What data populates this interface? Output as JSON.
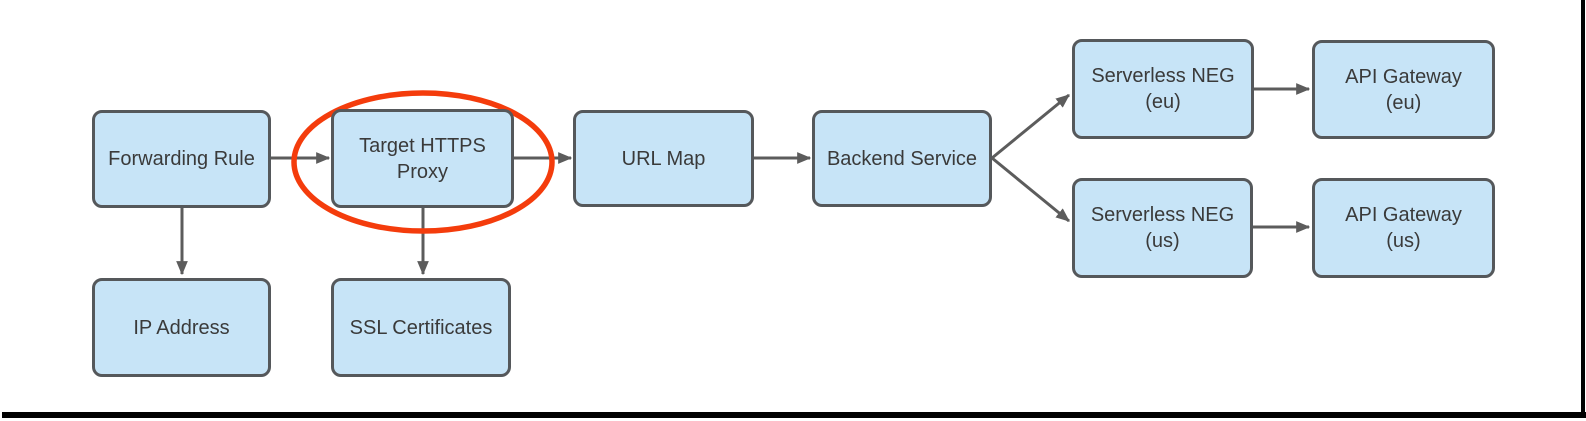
{
  "diagram": {
    "type": "flowchart",
    "description": "HTTPS load balancing architecture flow diagram with Target HTTPS Proxy circled in red",
    "nodes": [
      {
        "id": "forwarding-rule",
        "label": "Forwarding Rule"
      },
      {
        "id": "target-https-proxy",
        "label": "Target HTTPS\nProxy",
        "highlighted": true
      },
      {
        "id": "url-map",
        "label": "URL Map"
      },
      {
        "id": "backend-service",
        "label": "Backend Service"
      },
      {
        "id": "ip-address",
        "label": "IP Address"
      },
      {
        "id": "ssl-certificates",
        "label": "SSL Certificates"
      },
      {
        "id": "serverless-neg-eu",
        "label": "Serverless NEG\n(eu)"
      },
      {
        "id": "api-gateway-eu",
        "label": "API Gateway\n(eu)"
      },
      {
        "id": "serverless-neg-us",
        "label": "Serverless NEG\n(us)"
      },
      {
        "id": "api-gateway-us",
        "label": "API Gateway\n(us)"
      }
    ],
    "edges": [
      {
        "from": "Forwarding Rule",
        "to": "Target HTTPS Proxy"
      },
      {
        "from": "Forwarding Rule",
        "to": "IP Address"
      },
      {
        "from": "Target HTTPS Proxy",
        "to": "URL Map"
      },
      {
        "from": "Target HTTPS Proxy",
        "to": "SSL Certificates"
      },
      {
        "from": "URL Map",
        "to": "Backend Service"
      },
      {
        "from": "Backend Service",
        "to": "Serverless NEG (eu)"
      },
      {
        "from": "Backend Service",
        "to": "Serverless NEG (us)"
      },
      {
        "from": "Serverless NEG (eu)",
        "to": "API Gateway (eu)"
      },
      {
        "from": "Serverless NEG (us)",
        "to": "API Gateway (us)"
      }
    ],
    "annotations": [
      {
        "type": "ellipse-highlight",
        "around": "Target HTTPS Proxy",
        "color": "#f43c0c"
      }
    ],
    "colors": {
      "node_fill": "#c7e4f7",
      "node_border": "#55585b",
      "arrow": "#5c5c5c",
      "highlight_ellipse": "#f43c0c",
      "text": "#3a3a3a",
      "page_rule": "#000000"
    }
  }
}
